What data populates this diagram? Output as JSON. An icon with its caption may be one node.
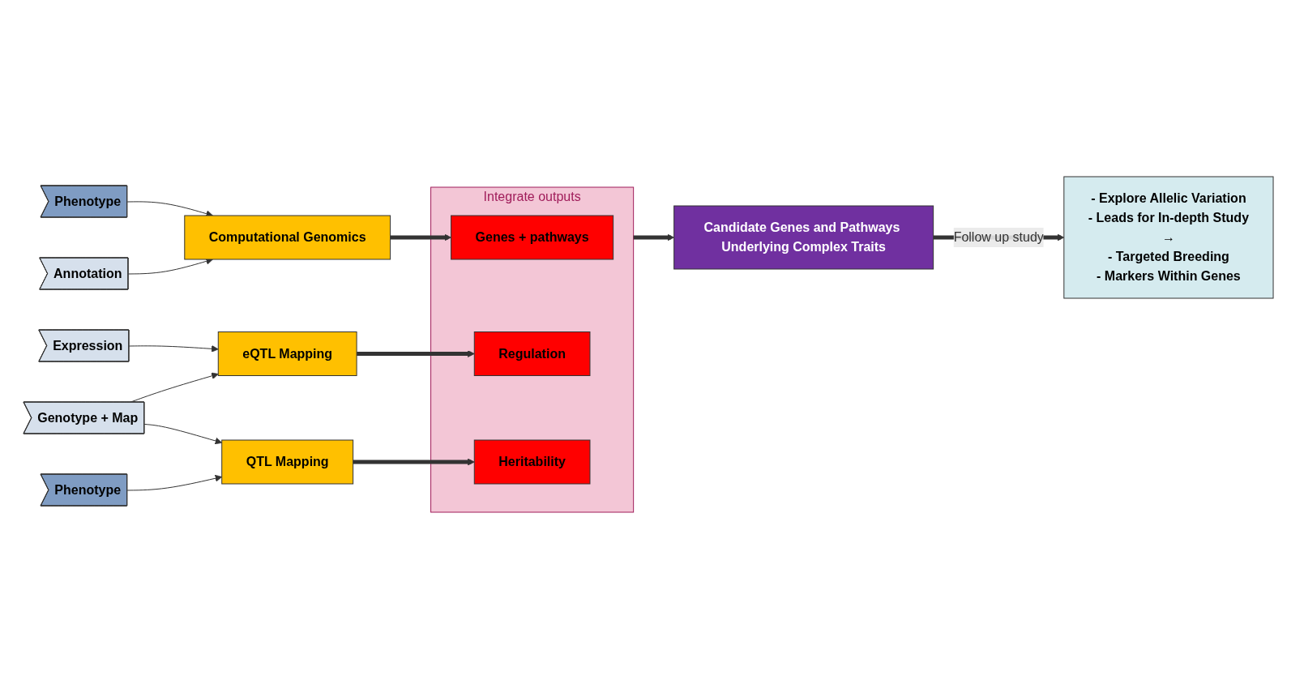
{
  "diagram": {
    "nodes": [
      {
        "text": [
          "Phenotype"
        ]
      },
      {
        "text": [
          "Annotation"
        ]
      },
      {
        "text": [
          "Expression"
        ]
      },
      {
        "text": [
          "Genotype + Map"
        ]
      },
      {
        "text": [
          "Phenotype"
        ]
      },
      {
        "text": [
          "Computational Genomics"
        ]
      },
      {
        "text": [
          "eQTL Mapping"
        ]
      },
      {
        "text": [
          "QTL Mapping"
        ]
      },
      {
        "text": [
          "Integrate outputs"
        ]
      },
      {
        "text": [
          "Genes + pathways"
        ],
        "in": 8
      },
      {
        "text": [
          "Regulation"
        ],
        "in": 8
      },
      {
        "text": [
          "Heritability"
        ],
        "in": 8
      },
      {
        "text": [
          "Candidate Genes and Pathways Underlying Complex Traits"
        ]
      },
      {
        "text": [
          "- Explore Allelic Variation",
          "- Leads for In-depth Study",
          "→",
          "- Targeted Breeding",
          "- Markers Within Genes"
        ]
      }
    ],
    "edges": [
      {
        "from": 0,
        "to": 5,
        "arrow": "to"
      },
      {
        "from": 1,
        "to": 5,
        "arrow": "to"
      },
      {
        "from": 2,
        "to": 6,
        "arrow": "to"
      },
      {
        "from": 3,
        "to": 6,
        "arrow": "to"
      },
      {
        "from": 3,
        "to": 7,
        "arrow": "to"
      },
      {
        "from": 4,
        "to": 7,
        "arrow": "to"
      },
      {
        "from": 5,
        "to": 9,
        "arrow": "to",
        "style": "thick"
      },
      {
        "from": 6,
        "to": 10,
        "arrow": "to",
        "style": "thick"
      },
      {
        "from": 7,
        "to": 11,
        "arrow": "to",
        "style": "thick"
      },
      {
        "from": 8,
        "to": 12,
        "arrow": "to",
        "style": "thick"
      },
      {
        "from": 12,
        "to": 13,
        "label": "Follow up study",
        "arrow": "to",
        "style": "thick"
      }
    ]
  }
}
